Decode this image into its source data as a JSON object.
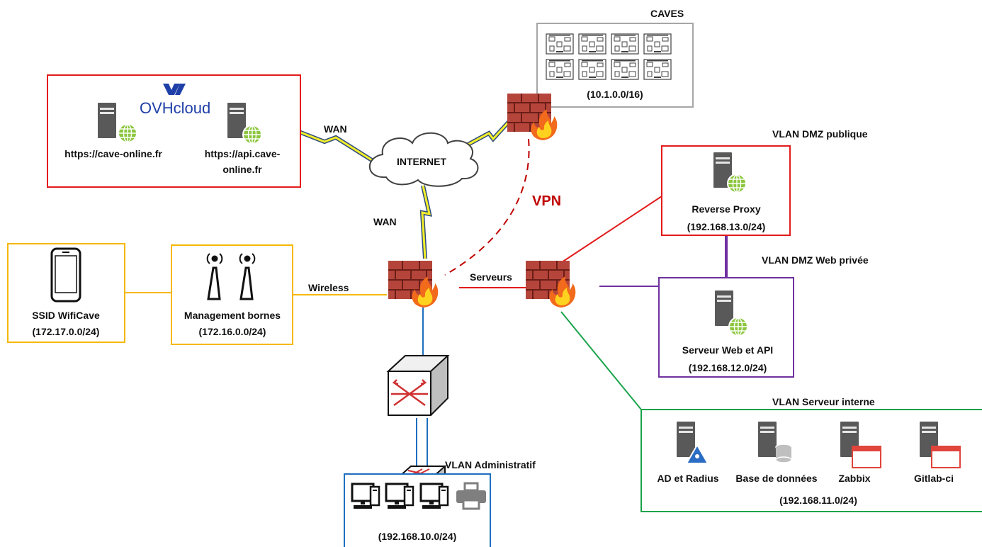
{
  "caves": {
    "title": "CAVES",
    "subnet": "(10.1.0.0/16)"
  },
  "ovh": {
    "brand": "OVHcloud",
    "server1": "https://cave-online.fr",
    "server2_line1": "https://api.cave-",
    "server2_line2": "online.fr"
  },
  "links": {
    "wan_top": "WAN",
    "wan_bottom": "WAN",
    "vpn": "VPN",
    "wireless": "Wireless",
    "serveurs": "Serveurs"
  },
  "internet": {
    "label": "INTERNET"
  },
  "dmz_public": {
    "title": "VLAN DMZ publique",
    "server": "Reverse Proxy",
    "subnet": "(192.168.13.0/24)"
  },
  "dmz_web": {
    "title": "VLAN DMZ Web privée",
    "server": "Serveur Web et API",
    "subnet": "(192.168.12.0/24)"
  },
  "internal": {
    "title": "VLAN Serveur interne",
    "servers": [
      "AD et Radius",
      "Base de données",
      "Zabbix",
      "Gitlab-ci"
    ],
    "subnet": "(192.168.11.0/24)"
  },
  "wifi": {
    "label": "SSID WifiCave",
    "subnet": "(172.17.0.0/24)"
  },
  "bornes": {
    "label": "Management bornes",
    "subnet": "(172.16.0.0/24)"
  },
  "admin": {
    "title": "VLAN Administratif",
    "subnet": "(192.168.10.0/24)"
  },
  "colors": {
    "red": "#e31b1b",
    "purple": "#7030a0",
    "green": "#1aa34a",
    "orange": "#f5b800",
    "blue": "#1e6fc0",
    "gray": "#a6a6a6"
  }
}
